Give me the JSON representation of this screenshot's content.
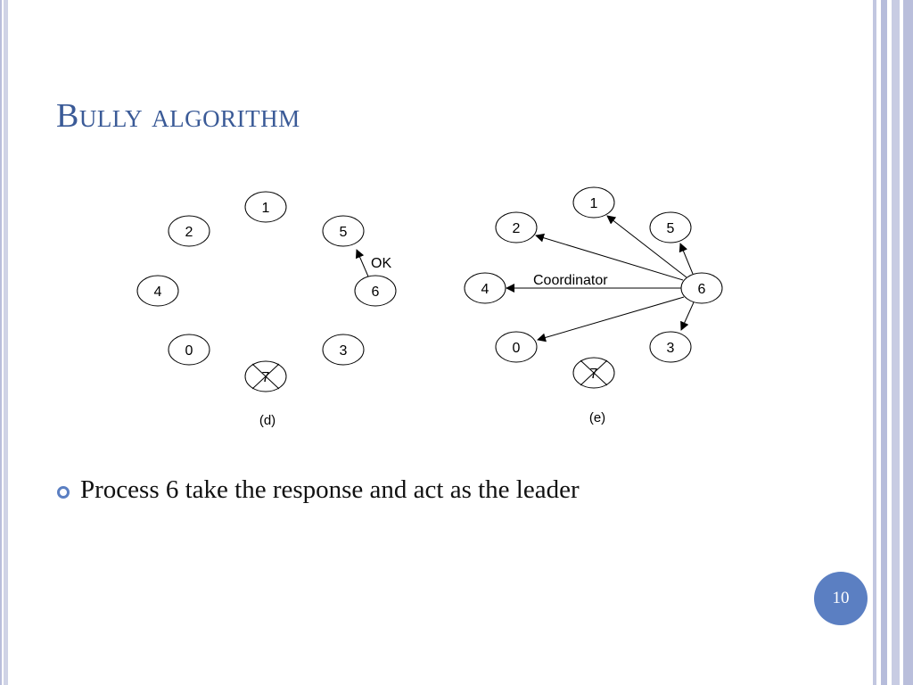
{
  "slide": {
    "title": "Bully algorithm",
    "bullet": "Process 6 take the response and act as the leader",
    "page_number": "10"
  },
  "diagram": {
    "panel_d": {
      "caption": "(d)",
      "nodes": [
        "1",
        "2",
        "5",
        "4",
        "6",
        "0",
        "3",
        "7"
      ],
      "ok_label": "OK"
    },
    "panel_e": {
      "caption": "(e)",
      "nodes": [
        "1",
        "2",
        "5",
        "4",
        "6",
        "0",
        "3",
        "7"
      ],
      "coordinator_label": "Coordinator"
    }
  },
  "colors": {
    "title": "#3a5a97",
    "accent": "#5b7fc2"
  }
}
